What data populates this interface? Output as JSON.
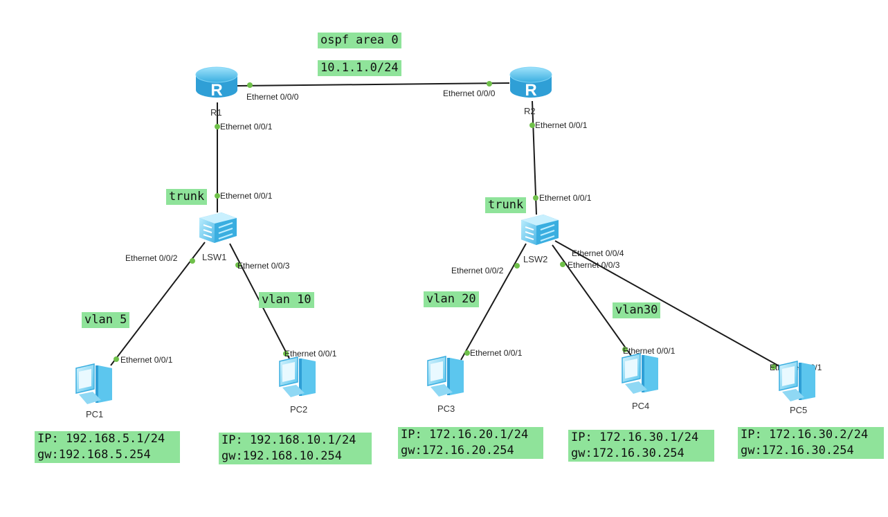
{
  "notes": {
    "ospf": "ospf area 0",
    "subnet": "10.1.1.0/24",
    "trunk1": "trunk",
    "trunk2": "trunk",
    "vlan5": "vlan 5",
    "vlan10": "vlan 10",
    "vlan20": "vlan 20",
    "vlan30": "vlan30"
  },
  "devices": {
    "r1": "R1",
    "r2": "R2",
    "lsw1": "LSW1",
    "lsw2": "LSW2",
    "pc1": "PC1",
    "pc2": "PC2",
    "pc3": "PC3",
    "pc4": "PC4",
    "pc5": "PC5"
  },
  "ports": {
    "r1_e000": "Ethernet 0/0/0",
    "r2_e000": "Ethernet 0/0/0",
    "r1_e001": "Ethernet 0/0/1",
    "r2_e001": "Ethernet 0/0/1",
    "lsw1_e001": "Ethernet 0/0/1",
    "lsw2_e001": "Ethernet 0/0/1",
    "lsw1_e002": "Ethernet 0/0/2",
    "lsw1_e003": "Ethernet 0/0/3",
    "lsw2_e002": "Ethernet 0/0/2",
    "lsw2_e003": "Ethernet 0/0/3",
    "lsw2_e004": "Ethernet 0/0/4",
    "pc1_e001": "Ethernet 0/0/1",
    "pc2_e001": "Ethernet 0/0/1",
    "pc3_e001": "Ethernet 0/0/1",
    "pc4_e001": "Ethernet 0/0/1",
    "pc5_e001": "Ethernet 0/0/1"
  },
  "hosts": {
    "pc1": {
      "ip": "IP: 192.168.5.1/24",
      "gw": "gw:192.168.5.254"
    },
    "pc2": {
      "ip": "IP: 192.168.10.1/24",
      "gw": "gw:192.168.10.254"
    },
    "pc3": {
      "ip": "IP: 172.16.20.1/24",
      "gw": "gw:172.16.20.254"
    },
    "pc4": {
      "ip": "IP: 172.16.30.1/24",
      "gw": "gw:172.16.30.254"
    },
    "pc5": {
      "ip": "IP: 172.16.30.2/24",
      "gw": "gw:172.16.30.254"
    }
  },
  "colors": {
    "note_bg": "#8fe39a",
    "port_dot": "#6fc04a",
    "device_blue": "#5cc6ee"
  }
}
